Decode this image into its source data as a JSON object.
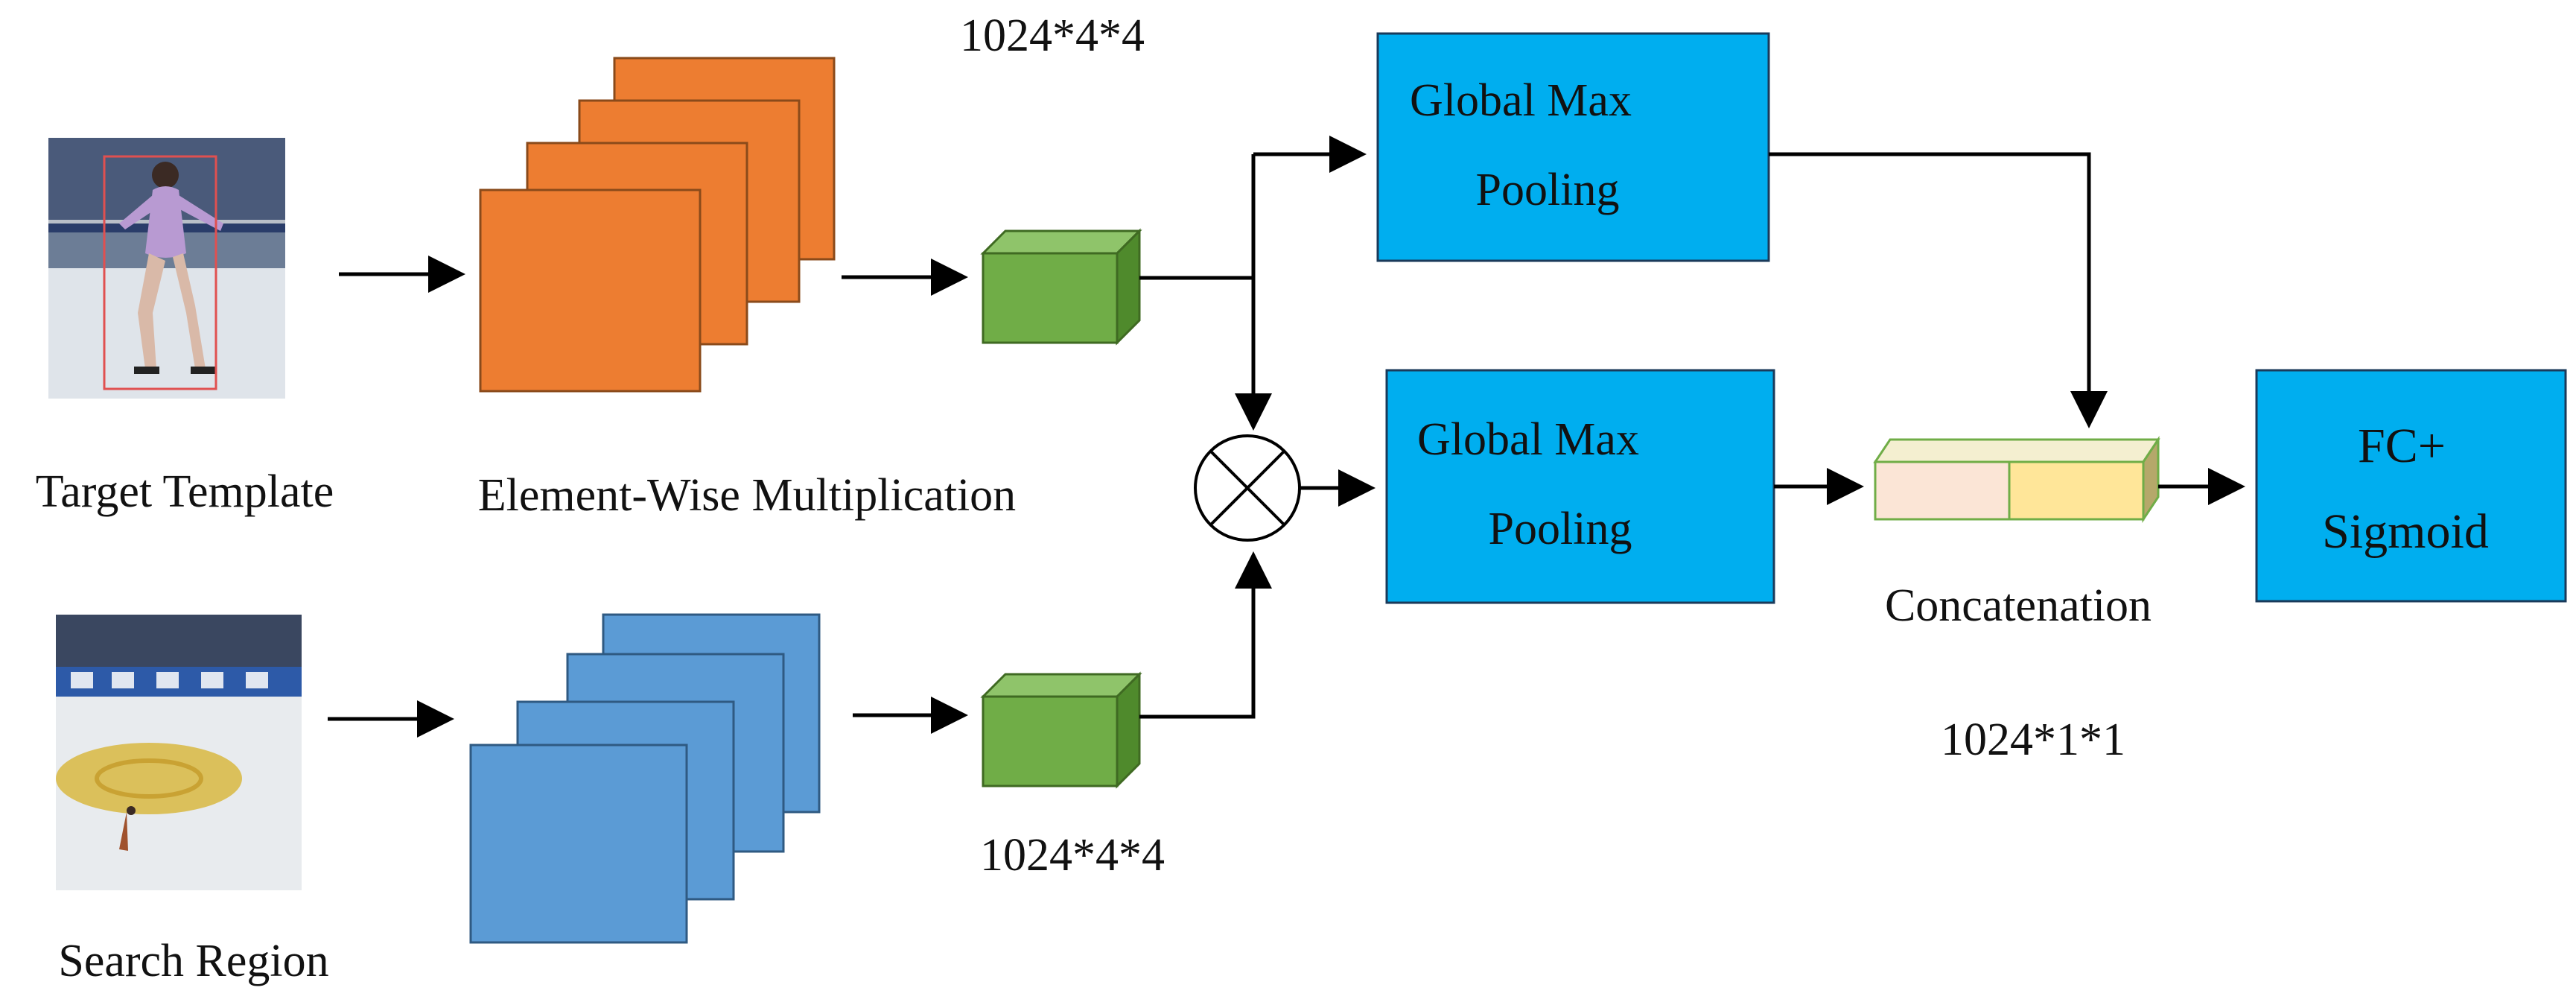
{
  "labels": {
    "target_template": "Target Template",
    "search_region": "Search Region",
    "element_wise": "Element-Wise Multiplication",
    "concatenation": "Concatenation",
    "dim_top": "1024*4*4",
    "dim_bottom": "1024*4*4",
    "dim_concat": "1024*1*1"
  },
  "boxes": {
    "gmp_top_line1": "Global Max",
    "gmp_top_line2": "Pooling",
    "gmp_mid_line1": "Global Max",
    "gmp_mid_line2": "Pooling",
    "fc_line1": "FC+",
    "fc_line2": "Sigmoid"
  },
  "icons": {
    "multiply": "circle-times-icon",
    "target_image": "figure-skater-crop-image",
    "search_image": "ice-rink-search-image"
  },
  "colors": {
    "blue_box": "#00AEEF",
    "orange_stack": "#ED7D31",
    "blue_stack": "#5B9BD5",
    "green_cube": "#70AD47",
    "concat_left": "#FBE5D6",
    "concat_right": "#FFE699"
  }
}
